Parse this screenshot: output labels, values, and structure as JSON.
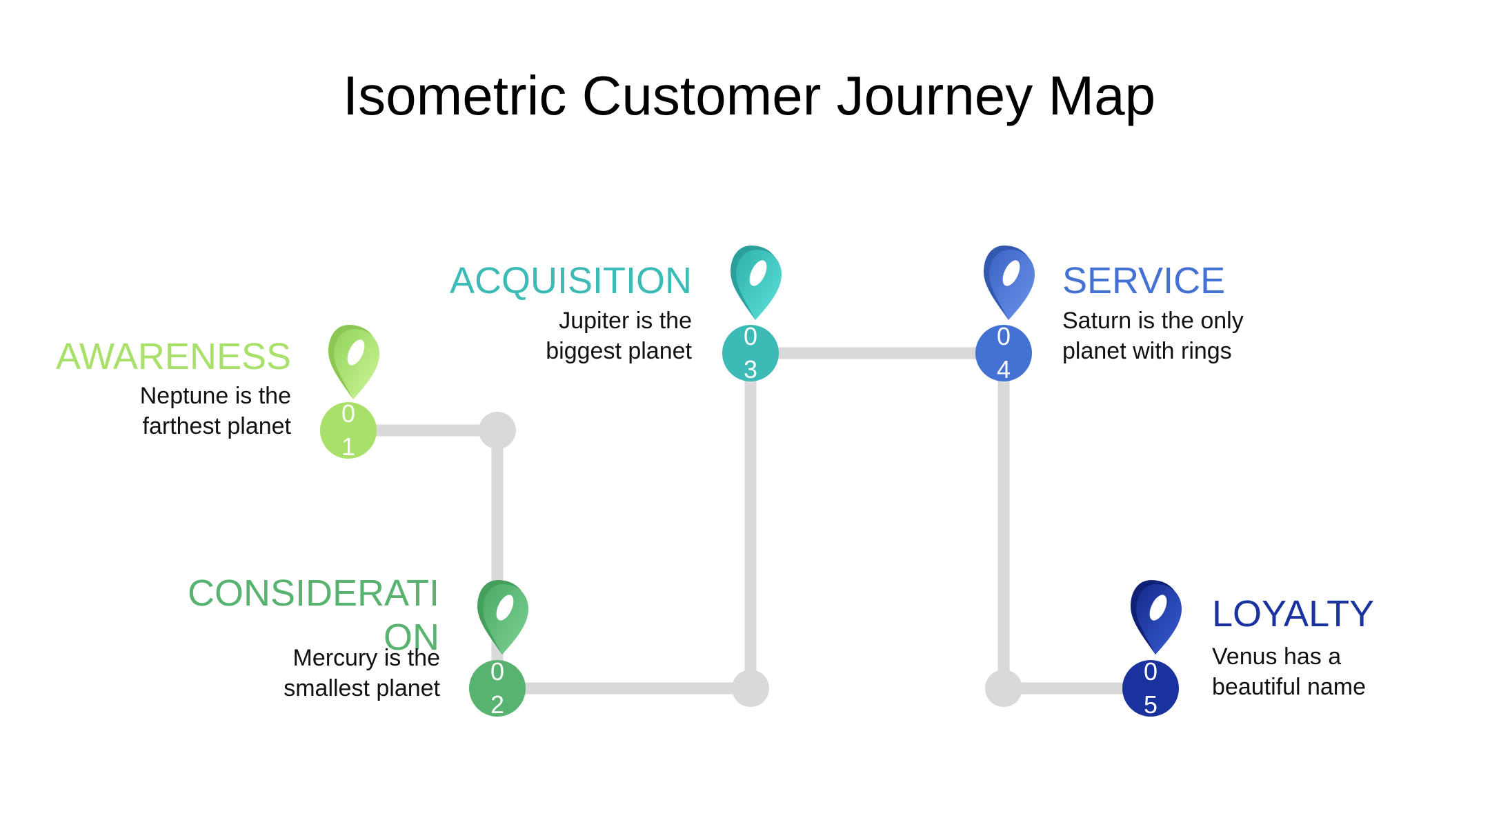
{
  "title": "Isometric Customer Journey Map",
  "colors": {
    "connector": "#d9d9d9",
    "awareness": "#a8e06a",
    "consideration": "#57b36f",
    "acquisition": "#3cbab5",
    "service": "#4472d2",
    "loyalty": "#1a329e"
  },
  "stages": [
    {
      "key": "awareness",
      "title": "AWARENESS",
      "number_line1": "0",
      "number_line2": "1",
      "desc_line1": "Neptune is the",
      "desc_line2": "farthest planet",
      "icon": "map-pin-icon"
    },
    {
      "key": "consideration",
      "title": "CONSIDERATION",
      "number_line1": "0",
      "number_line2": "2",
      "desc_line1": "Mercury is the",
      "desc_line2": "smallest planet",
      "icon": "map-pin-icon"
    },
    {
      "key": "acquisition",
      "title": "ACQUISITION",
      "number_line1": "0",
      "number_line2": "3",
      "desc_line1": "Jupiter is the",
      "desc_line2": "biggest planet",
      "icon": "map-pin-icon"
    },
    {
      "key": "service",
      "title": "SERVICE",
      "number_line1": "0",
      "number_line2": "4",
      "desc_line1": "Saturn is the only",
      "desc_line2": "planet with rings",
      "icon": "map-pin-icon"
    },
    {
      "key": "loyalty",
      "title": "LOYALTY",
      "number_line1": "0",
      "number_line2": "5",
      "desc_line1": "Venus has a",
      "desc_line2": "beautiful name",
      "icon": "map-pin-icon"
    }
  ]
}
